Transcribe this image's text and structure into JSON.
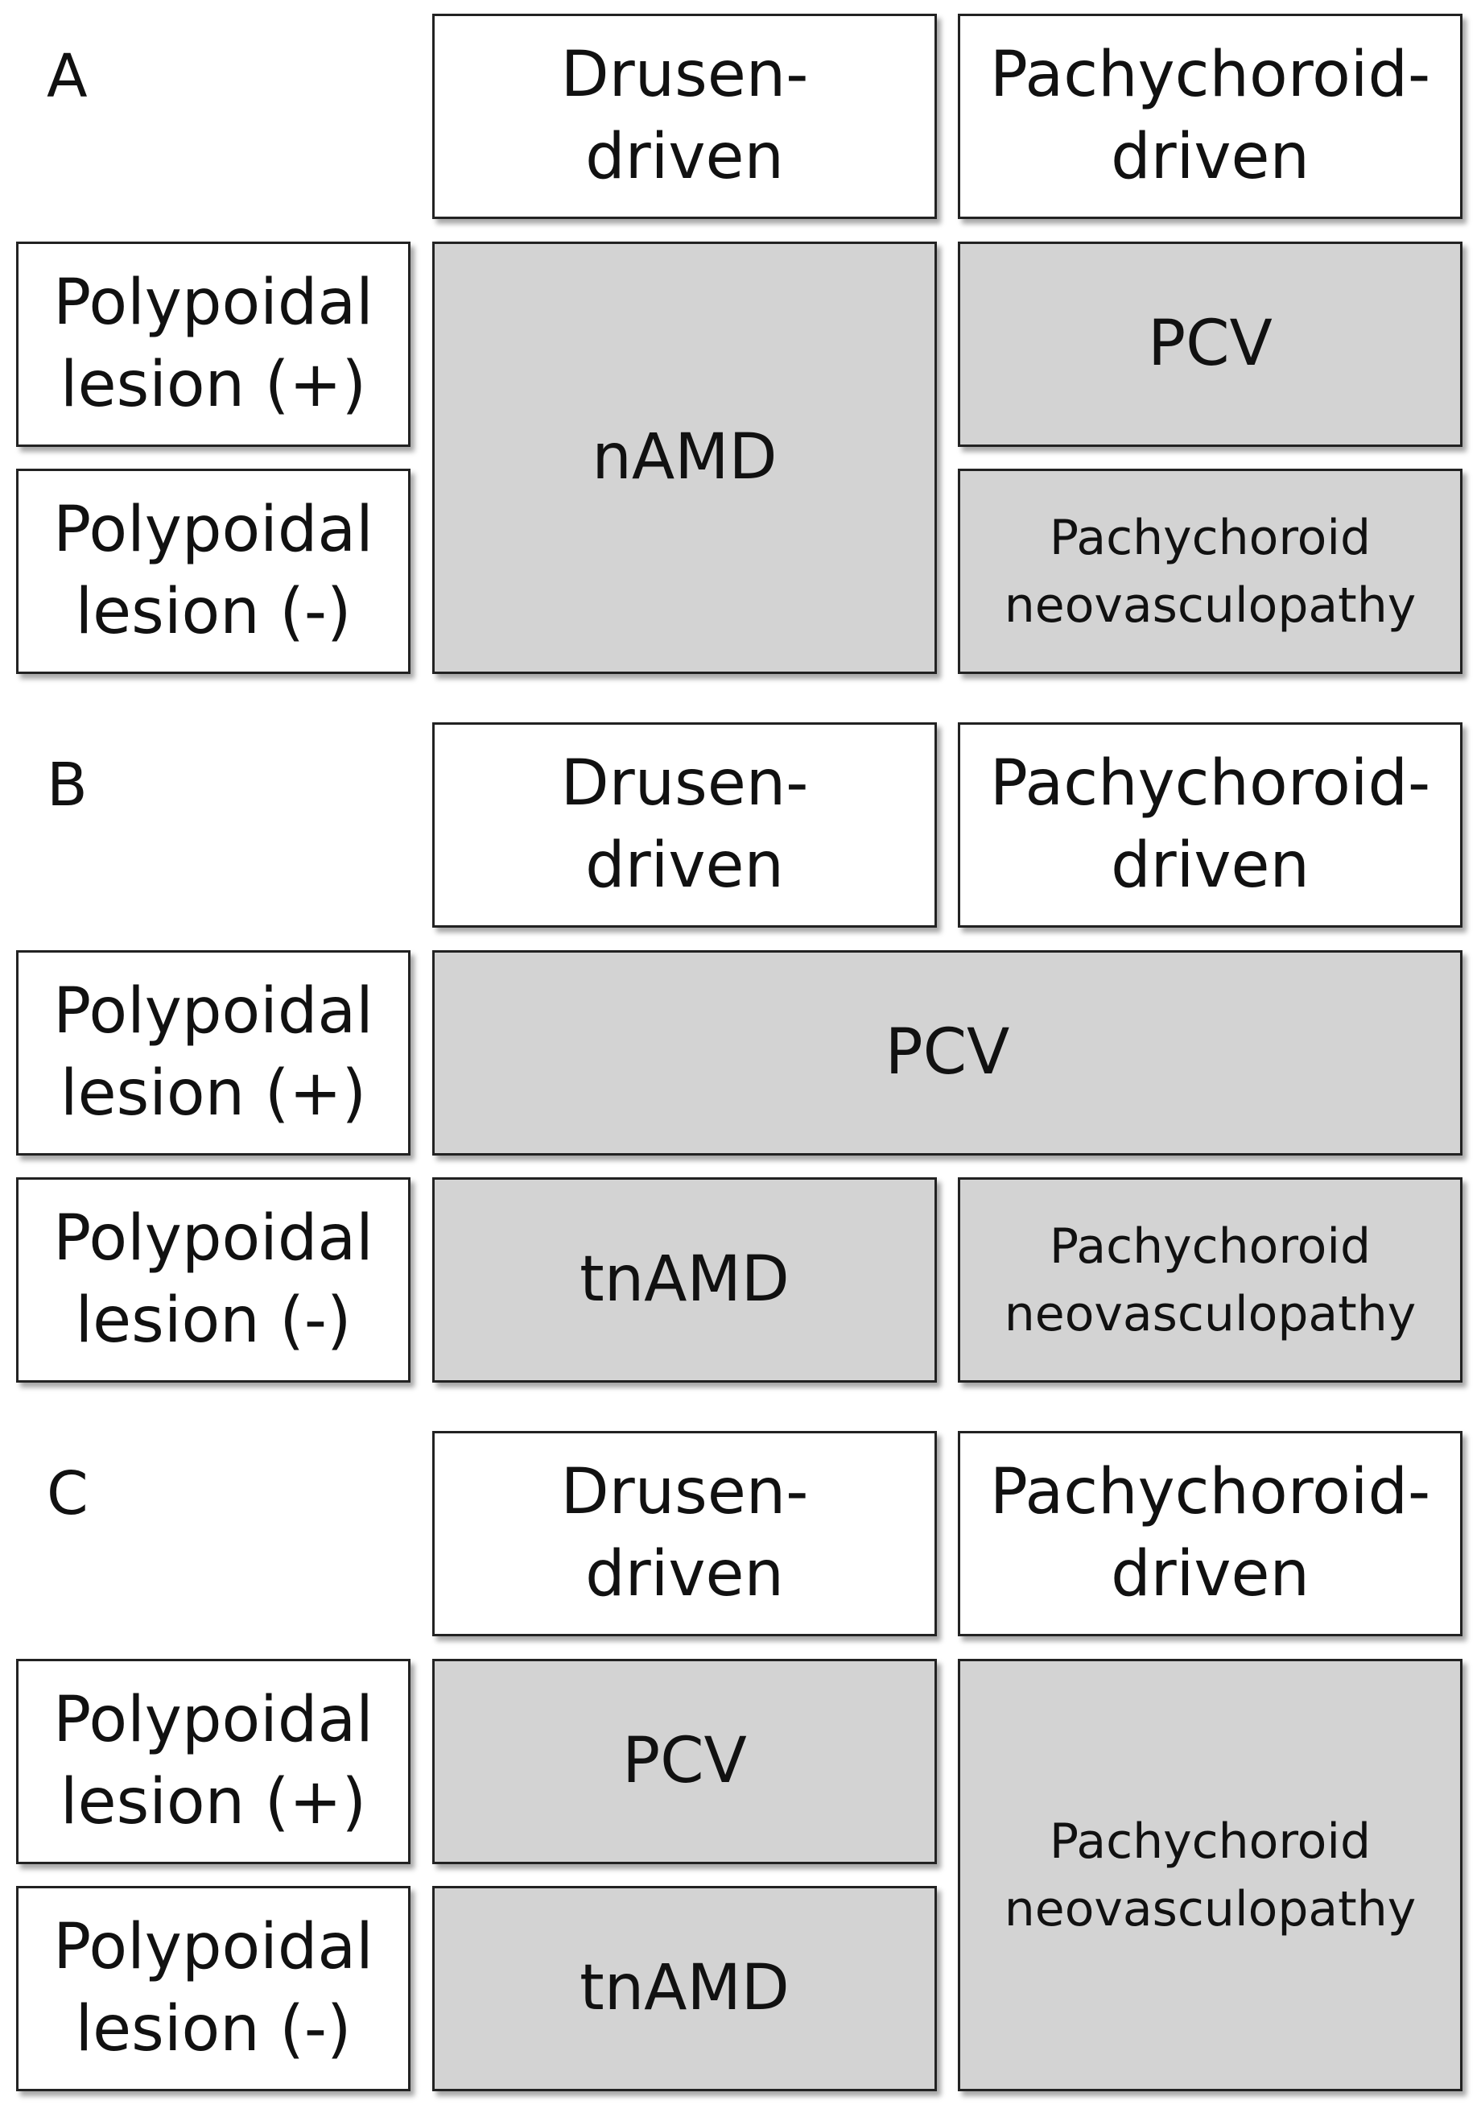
{
  "panels": [
    {
      "label": "A",
      "col_headers": [
        "Drusen-\ndriven",
        "Pachychoroid-\ndriven"
      ],
      "row_headers": [
        "Polypoidal\nlesion (+)",
        "Polypoidal\nlesion (-)"
      ],
      "cells": [
        "nAMD",
        "PCV",
        "Pachychoroid\nneovasculopathy"
      ]
    },
    {
      "label": "B",
      "col_headers": [
        "Drusen-\ndriven",
        "Pachychoroid-\ndriven"
      ],
      "row_headers": [
        "Polypoidal\nlesion (+)",
        "Polypoidal\nlesion (-)"
      ],
      "cells": [
        "PCV",
        "tnAMD",
        "Pachychoroid\nneovasculopathy"
      ]
    },
    {
      "label": "C",
      "col_headers": [
        "Drusen-\ndriven",
        "Pachychoroid-\ndriven"
      ],
      "row_headers": [
        "Polypoidal\nlesion (+)",
        "Polypoidal\nlesion (-)"
      ],
      "cells": [
        "PCV",
        "Pachychoroid\nneovasculopathy",
        "tnAMD"
      ]
    }
  ]
}
